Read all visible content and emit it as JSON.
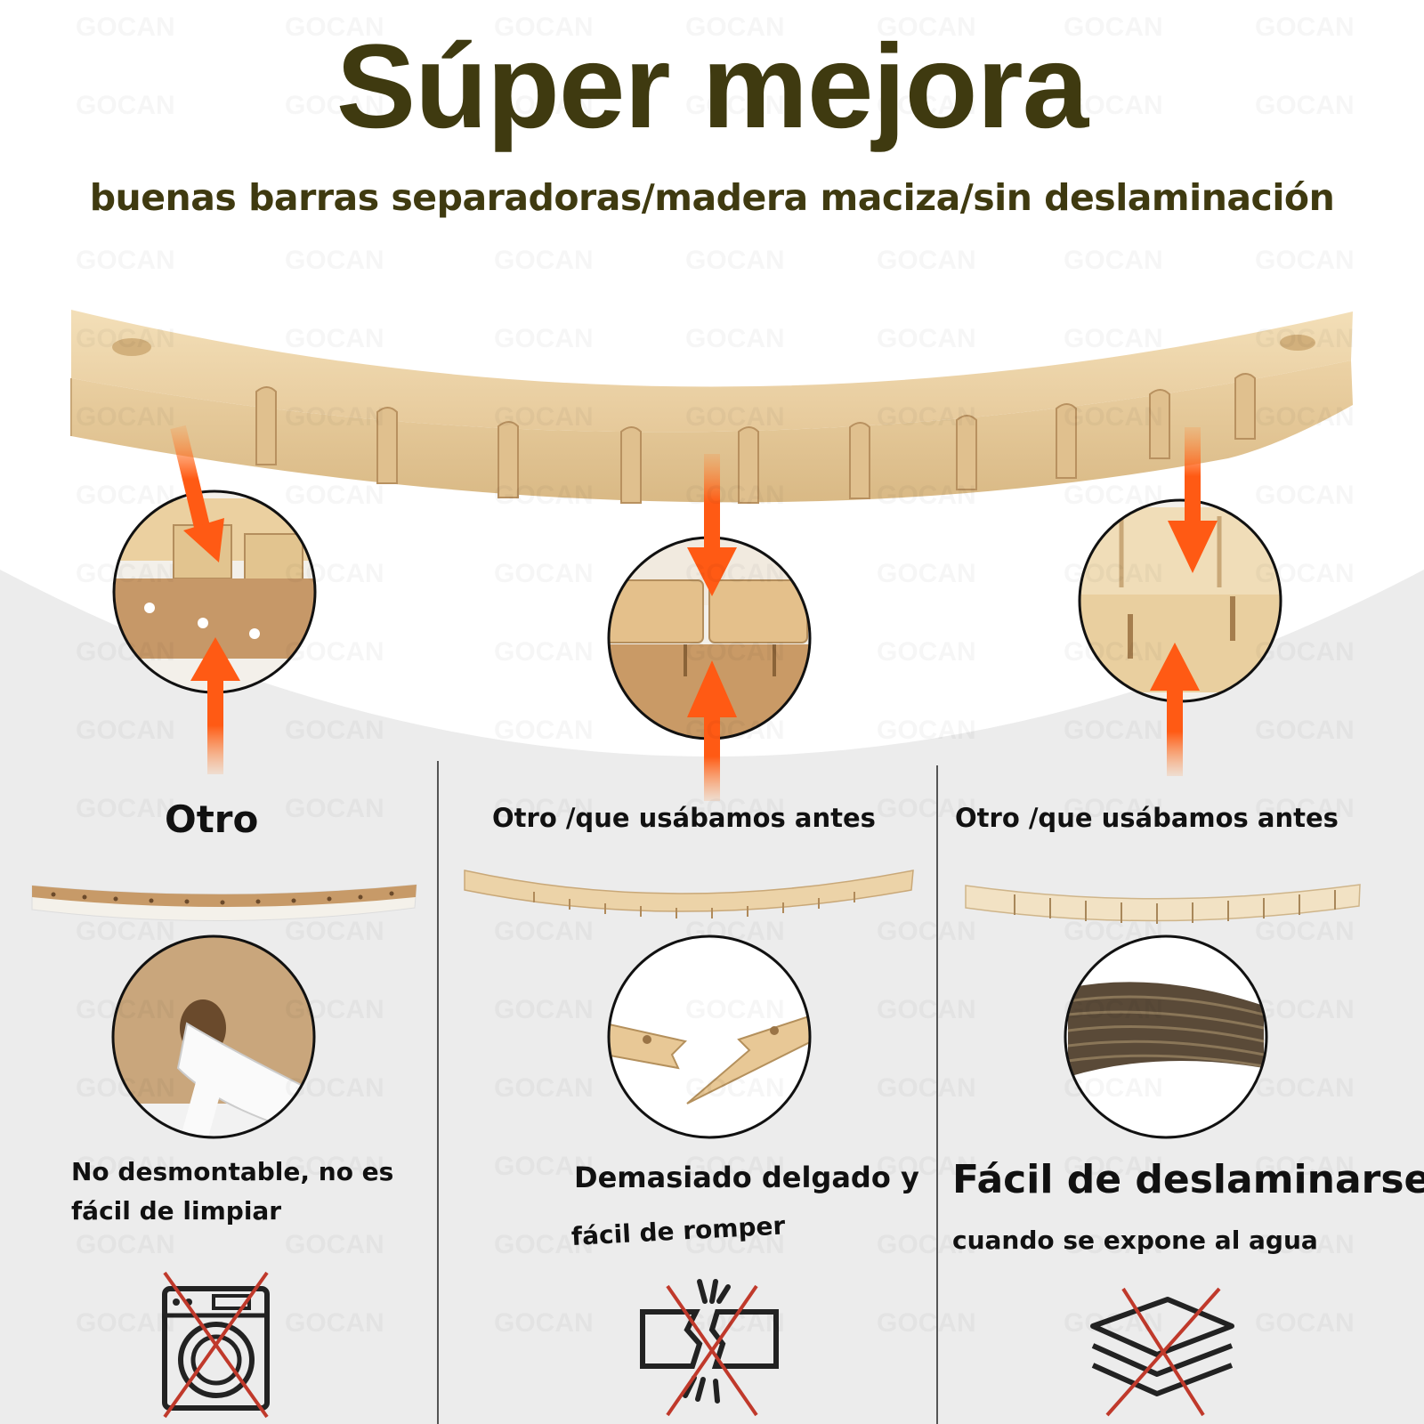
{
  "header": {
    "title": "Súper mejora",
    "subtitle": "buenas barras separadoras/madera maciza/sin deslaminación"
  },
  "watermark": "GOCAN",
  "columns": [
    {
      "title": "Otro",
      "description_line1": "No desmontable, no es",
      "description_line2": "fácil de limpiar",
      "icon": "washing-machine-crossed-icon"
    },
    {
      "title": "Otro /que usábamos antes",
      "description_line1": "Demasiado delgado y",
      "description_line2": "fácil de romper",
      "icon": "broken-board-crossed-icon"
    },
    {
      "title": "Otro /que usábamos antes",
      "description_line1": "Fácil de deslaminarse",
      "description_line2": "cuando se expone al agua",
      "icon": "layers-crossed-icon"
    }
  ],
  "colors": {
    "title": "#3f3a10",
    "arrow": "#ff5a14",
    "wood": "#e8cfa3",
    "cross": "#c0392b"
  }
}
